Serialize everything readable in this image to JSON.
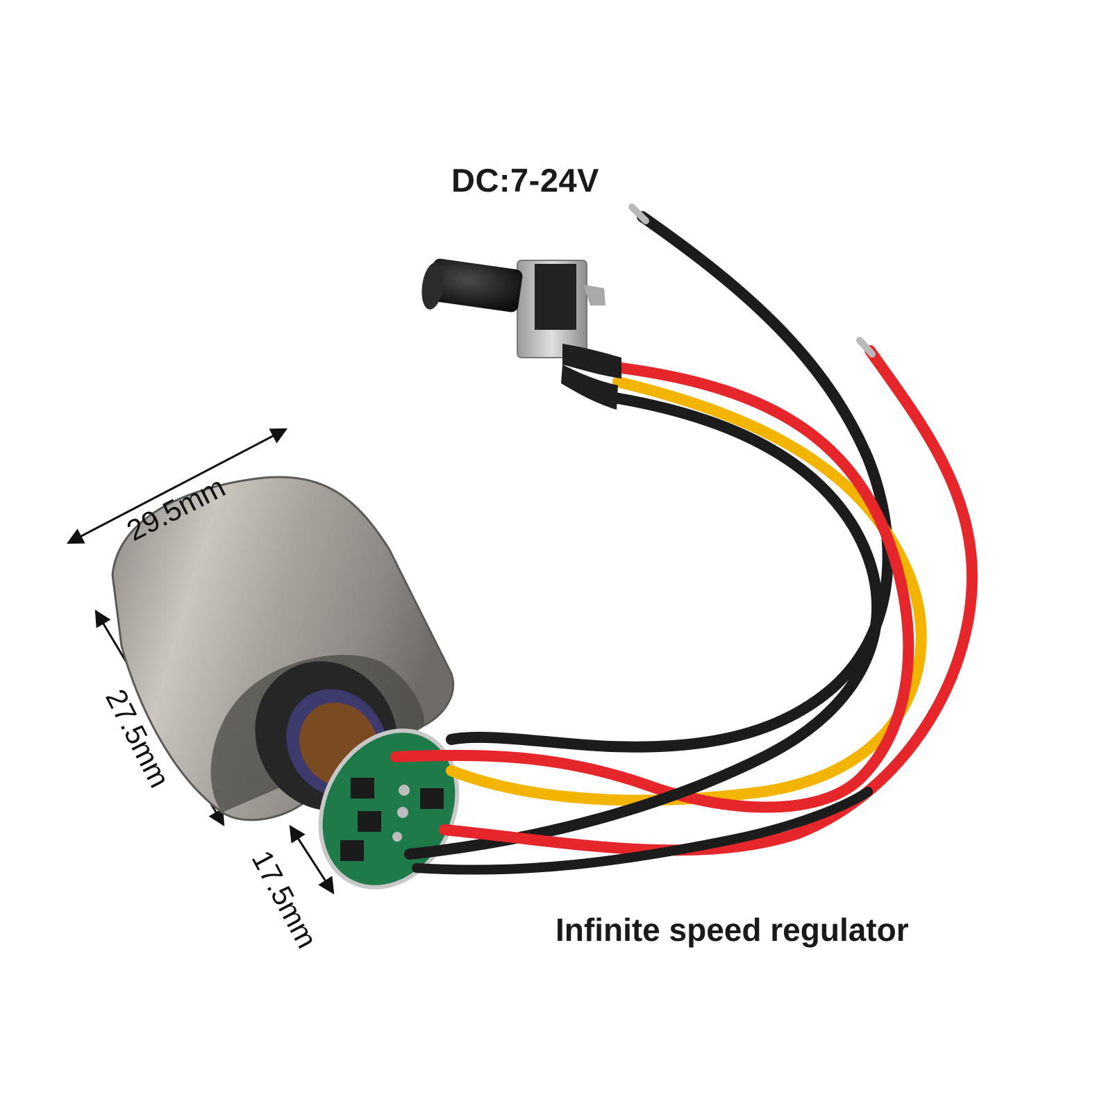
{
  "image": {
    "voltage_label": "DC:7-24V",
    "caption": "Infinite speed regulator",
    "dimensions": {
      "width": "29.5mm",
      "length": "27.5mm",
      "depth": "17.5mm"
    },
    "wire_colors": {
      "red": "#e5262b",
      "yellow": "#f3b400",
      "black": "#1c1c1c"
    },
    "background": "#ffffff"
  }
}
